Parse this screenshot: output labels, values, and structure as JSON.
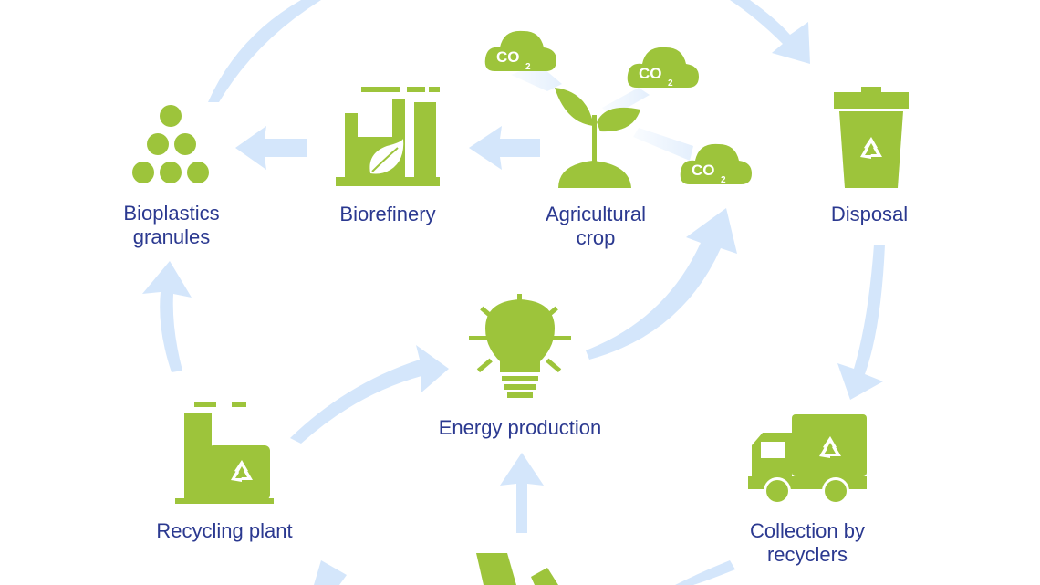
{
  "nodes": {
    "bioplastics_granules": {
      "line1": "Bioplastics",
      "line2": "granules"
    },
    "biorefinery": {
      "line1": "Biorefinery"
    },
    "agricultural_crop": {
      "line1": "Agricultural",
      "line2": "crop"
    },
    "disposal": {
      "line1": "Disposal"
    },
    "energy_production": {
      "line1": "Energy production"
    },
    "recycling_plant": {
      "line1": "Recycling plant"
    },
    "collection_by_recyclers": {
      "line1": "Collection by",
      "line2": "recyclers"
    }
  },
  "co2": {
    "main": "CO",
    "sub": "2"
  },
  "colors": {
    "icon_green": "#9dc43b",
    "label_blue": "#2b3990",
    "arrow_blue": "#d4e6fb"
  }
}
